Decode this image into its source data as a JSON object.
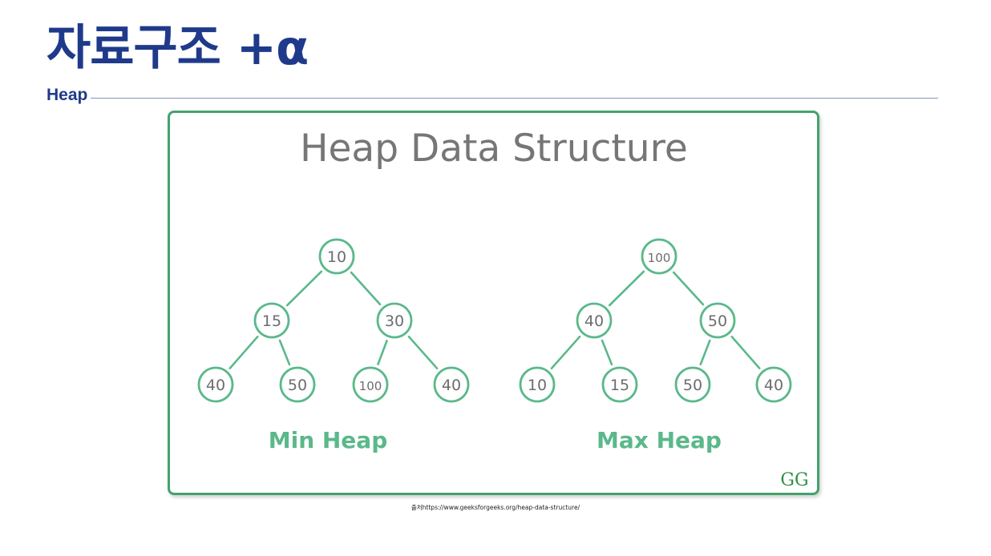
{
  "slide": {
    "title": "자료구조 +α",
    "subtitle": "Heap"
  },
  "figure": {
    "title": "Heap Data Structure",
    "logo": "GG",
    "heaps": [
      {
        "name": "Min Heap",
        "nodes": [
          "10",
          "15",
          "30",
          "40",
          "50",
          "100",
          "40"
        ]
      },
      {
        "name": "Max Heap",
        "nodes": [
          "100",
          "40",
          "50",
          "10",
          "15",
          "50",
          "40"
        ]
      }
    ],
    "colors": {
      "border": "#43a36b",
      "node_stroke": "#5ab88a",
      "heap_label": "#5ab88a",
      "node_text": "#6d6d6d",
      "title_text": "#767676",
      "logo": "#2f8d46"
    }
  },
  "source": {
    "text": "출처https://www.geeksforgeeks.org/heap-data-structure/"
  }
}
